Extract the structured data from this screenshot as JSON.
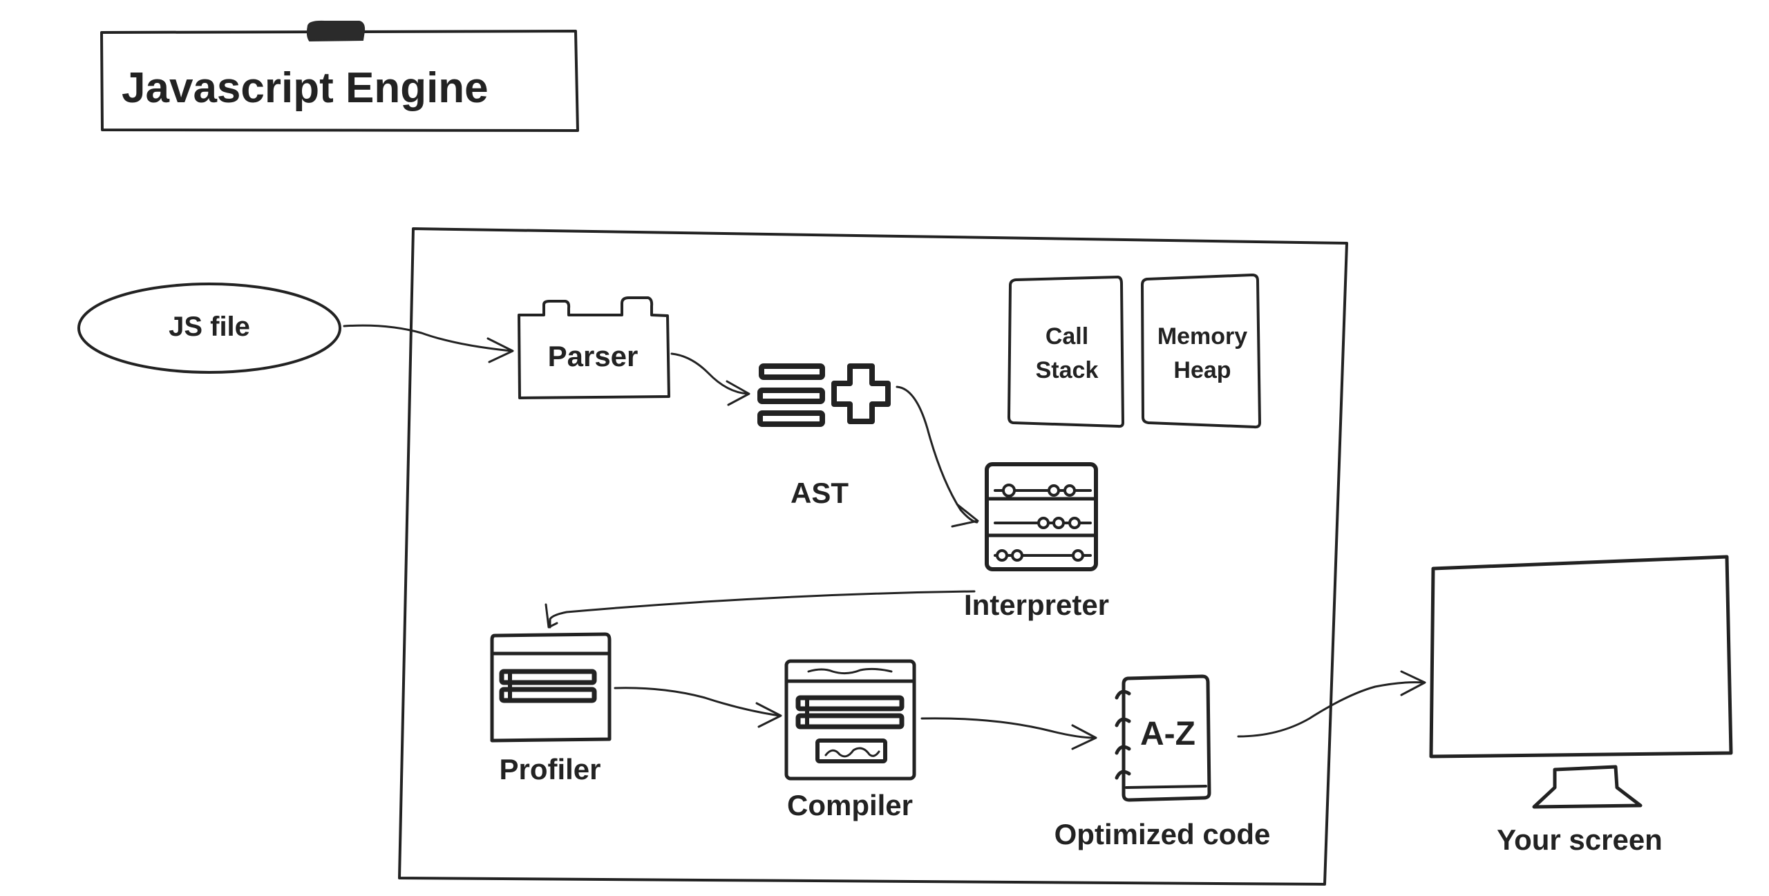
{
  "title": "Javascript Engine",
  "nodes": {
    "js_file": "JS file",
    "parser": "Parser",
    "ast": "AST",
    "call_stack": [
      "Call",
      "Stack"
    ],
    "memory_heap": [
      "Memory",
      "Heap"
    ],
    "interpreter": "Interpreter",
    "profiler": "Profiler",
    "compiler": "Compiler",
    "optimized_code": "Optimized code",
    "optimized_icon": "A-Z",
    "your_screen": "Your screen"
  },
  "icons": {
    "parser": "battery-icon",
    "ast": "list-plus-icon",
    "interpreter": "server-rack-icon",
    "profiler": "window-list-icon",
    "compiler": "window-code-icon",
    "optimized_code": "notebook-icon",
    "your_screen": "monitor-icon"
  },
  "colors": {
    "ink": "#222222",
    "background": "#ffffff"
  }
}
